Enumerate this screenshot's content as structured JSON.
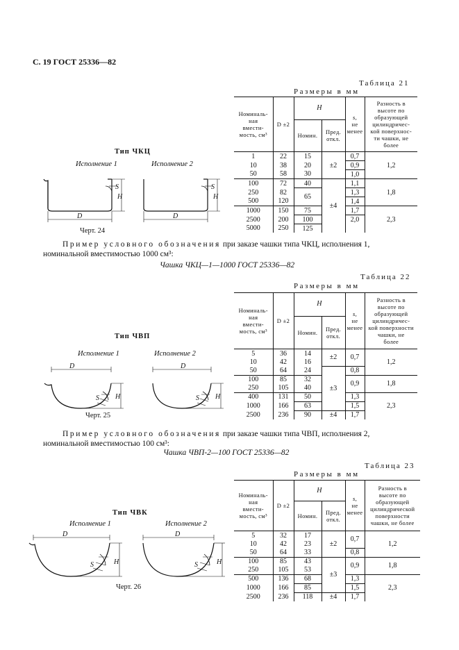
{
  "header": "С. 19 ГОСТ 25336—82",
  "sections": [
    {
      "table_label": "Таблица 21",
      "dims_label": "Размеры в мм",
      "type_title": "Тип ЧКЦ",
      "execution_1": "Исполнение 1",
      "execution_2": "Исполнение 2",
      "drawing_caption": "Черт. 24",
      "dim_labels": {
        "D": "D",
        "H": "H",
        "S": "S"
      },
      "columns": {
        "capacity": [
          "Номиналь-",
          "ная",
          "вмести-",
          "мость, см³"
        ],
        "d": "D ±2",
        "h": "H",
        "h_nom": "Номин.",
        "h_tol": [
          "Пред.",
          "откл."
        ],
        "s": [
          "s,",
          "не",
          "менее"
        ],
        "diff": [
          "Разность в",
          "высоте по",
          "образующей",
          "цилиндричес-",
          "кой поверхнос-",
          "ти чашки, не",
          "более"
        ]
      },
      "rows": [
        {
          "cap": "1",
          "d": "22",
          "h": "15",
          "s": "0,7"
        },
        {
          "cap": "10",
          "d": "38",
          "h": "20",
          "s": "0,9"
        },
        {
          "cap": "50",
          "d": "58",
          "h": "30",
          "s": "1,0"
        },
        {
          "cap": "100",
          "d": "72",
          "h": "40",
          "s": "1,1"
        },
        {
          "cap": "250",
          "d": "82",
          "h": "65",
          "s": "1,3"
        },
        {
          "cap": "500",
          "d": "120",
          "h": "",
          "s": "1,4"
        },
        {
          "cap": "1000",
          "d": "150",
          "h": "75",
          "s": "1,7"
        },
        {
          "cap": "2500",
          "d": "200",
          "h": "100",
          "s": "2,0"
        },
        {
          "cap": "5000",
          "d": "250",
          "h": "125",
          "s": ""
        }
      ],
      "tolerances": [
        "±2",
        "±4"
      ],
      "differences": [
        "1,2",
        "1,8",
        "2,3"
      ],
      "example_label": "Пример условного обозначения",
      "example_text_1": " при заказе чашки типа ЧКЦ, исполнения 1,",
      "example_text_2": "номинальной вместимостью 1000 см³:",
      "designation": "Чашка  ЧКЦ—1—1000 ГОСТ 25336—82"
    },
    {
      "table_label": "Таблица 22",
      "dims_label": "Размеры в мм",
      "type_title": "Тип ЧВП",
      "execution_1": "Исполнение 1",
      "execution_2": "Исполнение 2",
      "drawing_caption": "Черт. 25",
      "dim_labels": {
        "D": "D",
        "H": "H",
        "S": "S"
      },
      "columns": {
        "capacity": [
          "Номиналь-",
          "ная",
          "вмести-",
          "мость, см³"
        ],
        "d": "D ±2",
        "h": "H",
        "h_nom": "Номин.",
        "h_tol": [
          "Пред.",
          "откл."
        ],
        "s": [
          "s,",
          "не",
          "менее"
        ],
        "diff": [
          "Разность в",
          "высоте по",
          "образующей",
          "цилиндричес-",
          "кой поверхности",
          "чашки, не",
          "более"
        ]
      },
      "rows": [
        {
          "cap": "5",
          "d": "36",
          "h": "14",
          "s": "0,7"
        },
        {
          "cap": "10",
          "d": "42",
          "h": "16",
          "s": ""
        },
        {
          "cap": "50",
          "d": "64",
          "h": "24",
          "s": "0,8"
        },
        {
          "cap": "100",
          "d": "85",
          "h": "32",
          "s": "0,9"
        },
        {
          "cap": "250",
          "d": "105",
          "h": "40",
          "s": ""
        },
        {
          "cap": "400",
          "d": "131",
          "h": "50",
          "s": "1,3"
        },
        {
          "cap": "1000",
          "d": "166",
          "h": "63",
          "s": "1,5"
        },
        {
          "cap": "2500",
          "d": "236",
          "h": "90",
          "s": "1,7"
        }
      ],
      "tolerances": [
        "±2",
        "±3",
        "±4"
      ],
      "differences": [
        "1,2",
        "1,8",
        "2,3"
      ],
      "example_label": "Пример условного обозначения",
      "example_text_1": " при заказе чашки типа ЧВП, исполнения 2,",
      "example_text_2": "номинальной вместимостью 100 см³:",
      "designation": "Чашка  ЧВП-2—100 ГОСТ 25336—82"
    },
    {
      "table_label": "Таблица 23",
      "dims_label": "Размеры в мм",
      "type_title": "Тип ЧВК",
      "execution_1": "Исполнение 1",
      "execution_2": "Исполнение 2",
      "drawing_caption": "Черт. 26",
      "dim_labels": {
        "D": "D",
        "H": "H",
        "S": "S"
      },
      "columns": {
        "capacity": [
          "Номиналь-",
          "ная",
          "вмести-",
          "мость, см³"
        ],
        "d": "D ±2",
        "h": "H",
        "h_nom": "Номин.",
        "h_tol": [
          "Пред.",
          "откл."
        ],
        "s": [
          "s,",
          "не",
          "менее"
        ],
        "diff": [
          "Разность в",
          "высоте по",
          "образующей",
          "цилиндрической",
          "поверхности",
          "чашки, не более"
        ]
      },
      "rows": [
        {
          "cap": "5",
          "d": "32",
          "h": "17",
          "s": "0,7"
        },
        {
          "cap": "10",
          "d": "42",
          "h": "23",
          "s": ""
        },
        {
          "cap": "50",
          "d": "64",
          "h": "33",
          "s": "0,8"
        },
        {
          "cap": "100",
          "d": "85",
          "h": "43",
          "s": ""
        },
        {
          "cap": "250",
          "d": "105",
          "h": "53",
          "s": "0,9"
        },
        {
          "cap": "500",
          "d": "136",
          "h": "68",
          "s": "1,3"
        },
        {
          "cap": "1000",
          "d": "166",
          "h": "85",
          "s": "1,5"
        },
        {
          "cap": "2500",
          "d": "236",
          "h": "118",
          "s": "1,7"
        }
      ],
      "tolerances": [
        "±2",
        "±3",
        "±4"
      ],
      "differences": [
        "1,2",
        "1,8",
        "2,3"
      ]
    }
  ]
}
